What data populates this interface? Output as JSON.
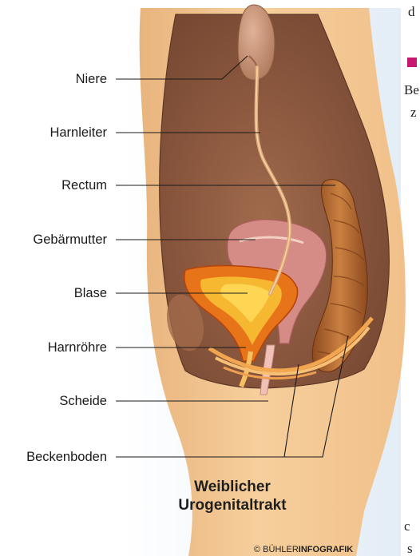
{
  "labels": {
    "niere": "Niere",
    "harnleiter": "Harnleiter",
    "rectum": "Rectum",
    "gebaermutter": "Gebärmutter",
    "blase": "Blase",
    "harnroehre": "Harnröhre",
    "scheide": "Scheide",
    "beckenboden": "Beckenboden"
  },
  "caption": {
    "line1": "Weiblicher",
    "line2": "Urogenitaltrakt"
  },
  "credit": {
    "symbol": "©",
    "name": "BÜHLER",
    "suffix": "INFOGRAFIK"
  },
  "page_fragments": {
    "top": "d",
    "mid_1": "Be",
    "mid_2": "z",
    "bottom_1": "c",
    "bottom_2": "s"
  },
  "colors": {
    "skin": "#f3c690",
    "cavity": "#8e5a3e",
    "kidney": "#c89273",
    "bladder": "#f2a414",
    "uterus": "#d58c86",
    "rectum": "#b3672c",
    "pelvic_floor": "#f1aa5a",
    "accent": "#c7186f"
  }
}
